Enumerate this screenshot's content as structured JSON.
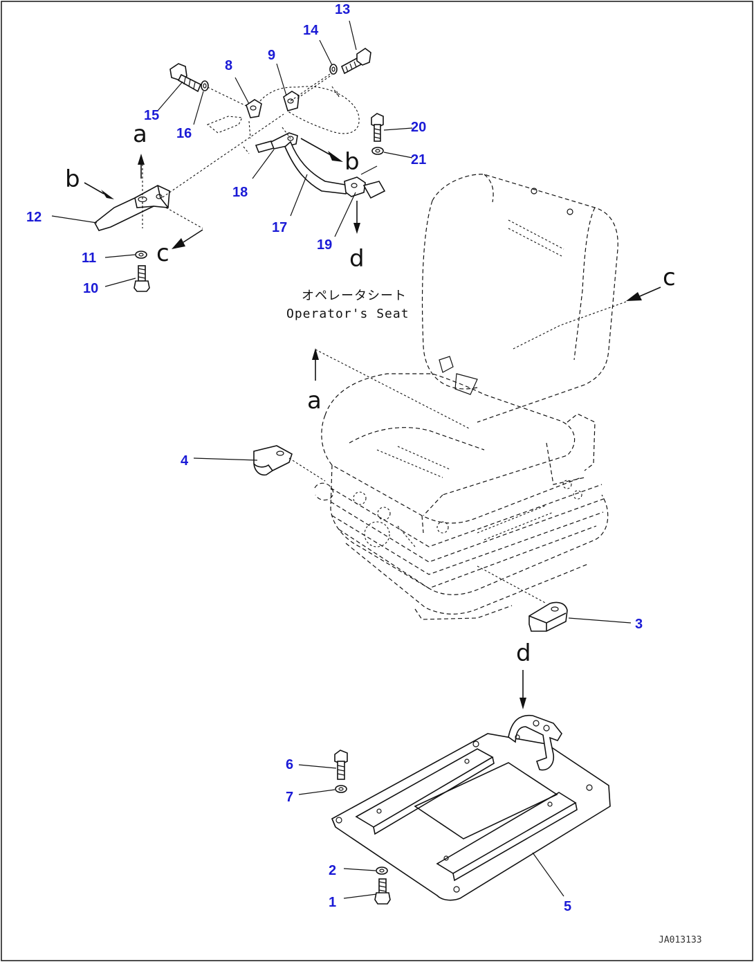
{
  "seat_label": {
    "japanese": "オペレータシート",
    "english": "Operator's Seat"
  },
  "view_letters": {
    "a": "a",
    "b": "b",
    "c": "c",
    "d": "d"
  },
  "part_numbers": [
    "1",
    "2",
    "3",
    "4",
    "5",
    "6",
    "7",
    "8",
    "9",
    "10",
    "11",
    "12",
    "13",
    "14",
    "15",
    "16",
    "17",
    "18",
    "19",
    "20",
    "21"
  ],
  "drawing_code": "JA013133",
  "colors": {
    "part_number": "#1a1ad6",
    "line": "#111111",
    "background": "#ffffff"
  }
}
